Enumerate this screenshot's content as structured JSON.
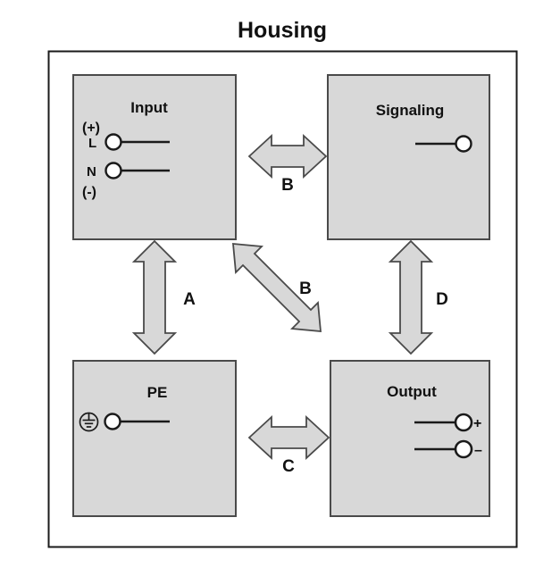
{
  "diagram": {
    "title": "Housing",
    "colors": {
      "block_fill": "#d8d8d8",
      "block_stroke": "#4a4a4a",
      "arrow_fill": "#d8d8d8",
      "arrow_stroke": "#4a4a4a",
      "housing_stroke": "#1a1a1a",
      "line_stroke": "#1a1a1a",
      "terminal_fill": "#ffffff",
      "text": "#111111",
      "background": "#ffffff"
    },
    "blocks": [
      {
        "id": "input",
        "label": "Input",
        "terminals": [
          {
            "label": "L",
            "side": "left"
          },
          {
            "label": "N",
            "side": "left"
          }
        ],
        "polarity_top": "(+)",
        "polarity_bottom": "(-)"
      },
      {
        "id": "signaling",
        "label": "Signaling",
        "terminals": [
          {
            "label": "",
            "side": "right"
          }
        ]
      },
      {
        "id": "pe",
        "label": "PE",
        "icon": "protective-earth-icon",
        "terminals": [
          {
            "label": "",
            "side": "left"
          }
        ]
      },
      {
        "id": "output",
        "label": "Output",
        "terminals": [
          {
            "label": "+",
            "side": "right"
          },
          {
            "label": "–",
            "side": "right"
          }
        ]
      }
    ],
    "arrows": [
      {
        "id": "arrow-a",
        "label": "A",
        "orientation": "vertical",
        "from": "input",
        "to": "pe"
      },
      {
        "id": "arrow-b-horizontal",
        "label": "B",
        "orientation": "horizontal",
        "from": "input",
        "to": "signaling"
      },
      {
        "id": "arrow-b-diagonal",
        "label": "B",
        "orientation": "diagonal",
        "from": "input",
        "to": "output"
      },
      {
        "id": "arrow-c",
        "label": "C",
        "orientation": "horizontal",
        "from": "pe",
        "to": "output"
      },
      {
        "id": "arrow-d",
        "label": "D",
        "orientation": "vertical",
        "from": "signaling",
        "to": "output"
      }
    ]
  }
}
